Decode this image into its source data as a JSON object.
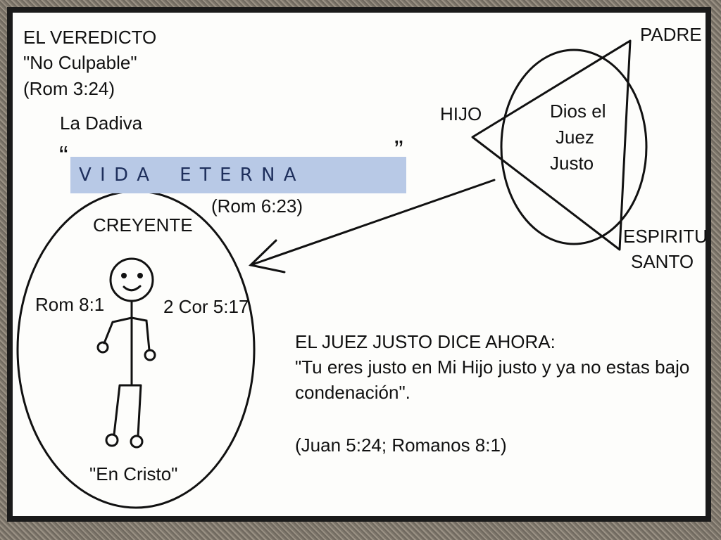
{
  "verdict": {
    "title": "EL VEREDICTO",
    "quote": "\"No Culpable\"",
    "ref": "(Rom 3:24)"
  },
  "gift": {
    "label": "La Dadiva",
    "open_quote": "“",
    "close_quote": "”",
    "banner": "V I D A    E T E R N A",
    "ref": "(Rom 6:23)"
  },
  "believer": {
    "title": "CREYENTE",
    "left_ref": "Rom 8:1",
    "right_ref": "2 Cor 5:17",
    "caption": "\"En Cristo\""
  },
  "trinity": {
    "father": "PADRE",
    "son": "HIJO",
    "spirit_line1": "ESPIRITU",
    "spirit_line2": "SANTO",
    "center_line1": "Dios el",
    "center_line2": "Juez",
    "center_line3": "Justo"
  },
  "declaration": {
    "title": "EL JUEZ JUSTO DICE AHORA:",
    "line1": "\"Tu eres justo en Mi Hijo justo y ya no estas bajo",
    "line2": "condenación\".",
    "refs": "(Juan 5:24; Romanos 8:1)"
  },
  "colors": {
    "banner_bg": "#b8c9e6",
    "banner_text": "#1e2f5c",
    "ink": "#111111"
  }
}
